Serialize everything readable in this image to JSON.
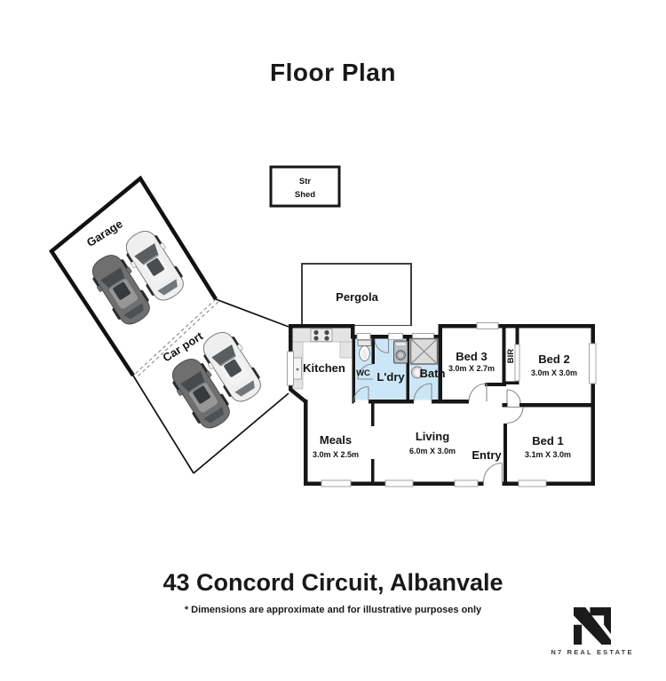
{
  "page": {
    "title": "Floor Plan",
    "address": "43 Concord Circuit, Albanvale",
    "disclaimer": "* Dimensions are approximate and for illustrative purposes only"
  },
  "branding": {
    "company": "N7 REAL ESTATE"
  },
  "outdoor": {
    "shed_line1": "Str",
    "shed_line2": "Shed",
    "garage": "Garage",
    "carport": "Car port",
    "pergola": "Pergola"
  },
  "rooms": {
    "kitchen": {
      "label": "Kitchen"
    },
    "wc": {
      "label": "WC"
    },
    "laundry": {
      "label": "L'dry"
    },
    "bath": {
      "label": "Bath"
    },
    "bed3": {
      "label": "Bed 3",
      "dims": "3.0m X 2.7m"
    },
    "bir": {
      "label": "BIR"
    },
    "bed2": {
      "label": "Bed 2",
      "dims": "3.0m X 3.0m"
    },
    "bed1": {
      "label": "Bed 1",
      "dims": "3.1m X 3.0m"
    },
    "meals": {
      "label": "Meals",
      "dims": "3.0m X 2.5m"
    },
    "living": {
      "label": "Living",
      "dims": "6.0m X 3.0m"
    },
    "entry": {
      "label": "Entry"
    }
  },
  "colors": {
    "wall": "#161616",
    "wet_floor": "#cbe7f7",
    "counter": "#e4e4e4",
    "car_dark": "#6f6f6f",
    "car_light": "#efefef"
  }
}
